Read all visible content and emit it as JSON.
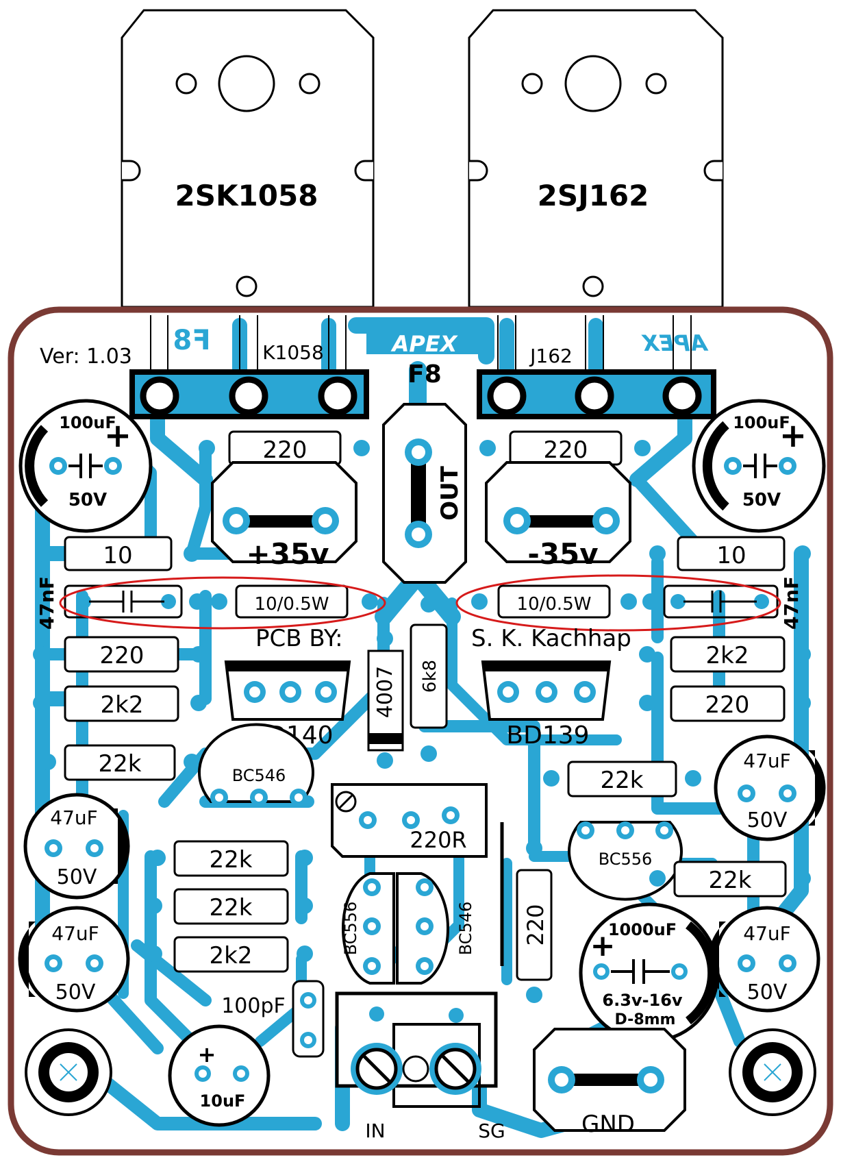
{
  "board": {
    "version": "Ver: 1.03",
    "title": "F8",
    "brand": "APEX",
    "brand_mirrored": "APEX",
    "mirrored_title": "F8",
    "credit_left": "PCB BY:",
    "credit_right": "S. K. Kachhap",
    "colors": {
      "copper": "#2aa6d4",
      "outline": "#7a3a34",
      "silk": "#000000",
      "highlight": "#d61a1a"
    }
  },
  "mosfets": [
    {
      "label": "2SK1058",
      "strip_label": "K1058"
    },
    {
      "label": "2SJ162",
      "strip_label": "J162"
    }
  ],
  "connectors": {
    "out": "OUT",
    "pos_supply": "+35v",
    "neg_supply": "-35v",
    "gnd": "GND",
    "in": "IN",
    "sg": "SG"
  },
  "resistors": {
    "r220_top_left": "220",
    "r220_top_right": "220",
    "r10_left": "10",
    "r10_right": "10",
    "r10w_left": "10/0.5W",
    "r10w_right": "10/0.5W",
    "r220_left": "220",
    "r2k2_left": "2k2",
    "r22k_left": "22k",
    "r2k2_right": "2k2",
    "r220_right": "220",
    "r6k8": "6k8",
    "r22k_mid_right": "22k",
    "r22k_a": "22k",
    "r22k_b": "22k",
    "r2k2_bottom": "2k2",
    "r22k_right_low": "22k",
    "r220_vertical": "220",
    "trimmer": "220R"
  },
  "capacitors": {
    "c100_left_value": "100uF",
    "c100_left_volt": "50V",
    "c100_right_value": "100uF",
    "c100_right_volt": "50V",
    "c47nf_left": "47nF",
    "c47nf_right": "47nF",
    "c47_left_mid_value": "47uF",
    "c47_left_mid_volt": "50V",
    "c47_left_low_value": "47uF",
    "c47_left_low_volt": "50V",
    "c47_right_mid_value": "47uF",
    "c47_right_mid_volt": "50V",
    "c47_right_low_value": "47uF",
    "c47_right_low_volt": "50V",
    "c100pf": "100pF",
    "c10uf": "10uF",
    "c1000_value": "1000uF",
    "c1000_volt": "6.3v-16v",
    "c1000_size": "D-8mm",
    "plus": "+"
  },
  "semis": {
    "diode": "4007",
    "bd140": "BD140",
    "bd139": "BD139",
    "bc546_top": "BC546",
    "bc556_right": "BC556",
    "bc556_bottom": "BC556",
    "bc546_bottom": "BC546"
  }
}
